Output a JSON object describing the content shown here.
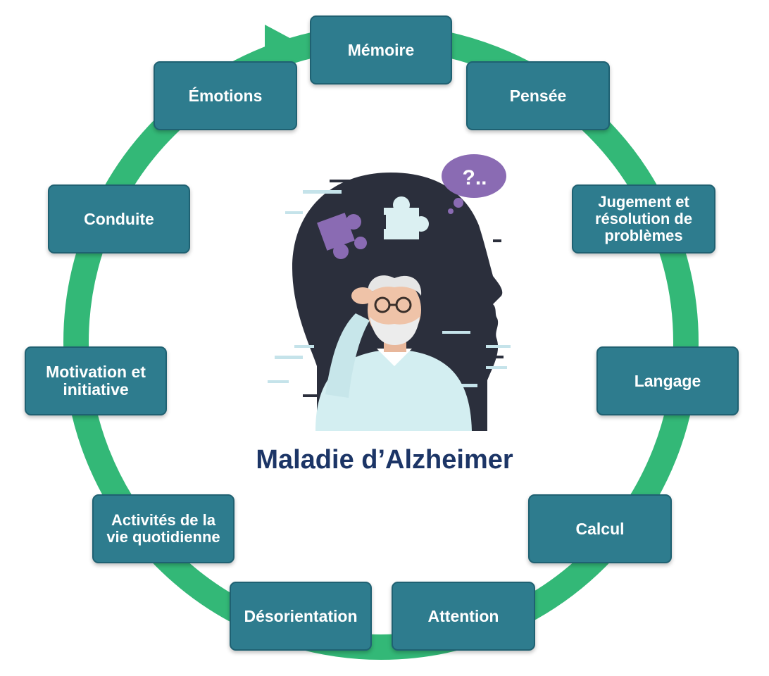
{
  "title": "Maladie d’Alzheimer",
  "illustration": {
    "description_icon": "person-head-silhouette-icon",
    "speech_bubble": "?.."
  },
  "nodes": [
    {
      "id": "memoire",
      "label": "Mémoire"
    },
    {
      "id": "pensee",
      "label": "Pensée"
    },
    {
      "id": "jugement",
      "label": "Jugement et résolution de problèmes"
    },
    {
      "id": "langage",
      "label": "Langage"
    },
    {
      "id": "calcul",
      "label": "Calcul"
    },
    {
      "id": "attention",
      "label": "Attention"
    },
    {
      "id": "desorientation",
      "label": "Désorientation"
    },
    {
      "id": "activites",
      "label": "Activités de la vie quotidienne"
    },
    {
      "id": "motivation",
      "label": "Motivation et initiative"
    },
    {
      "id": "conduite",
      "label": "Conduite"
    },
    {
      "id": "emotions",
      "label": "Émotions"
    }
  ],
  "colors": {
    "ring": "#33b877",
    "node_fill": "#2e7c8e",
    "title": "#1c3566",
    "silhouette": "#2b2f3c",
    "puzzle_purple": "#8a6bb3",
    "puzzle_light": "#dbf0f2",
    "shirt": "#d3eef1"
  }
}
